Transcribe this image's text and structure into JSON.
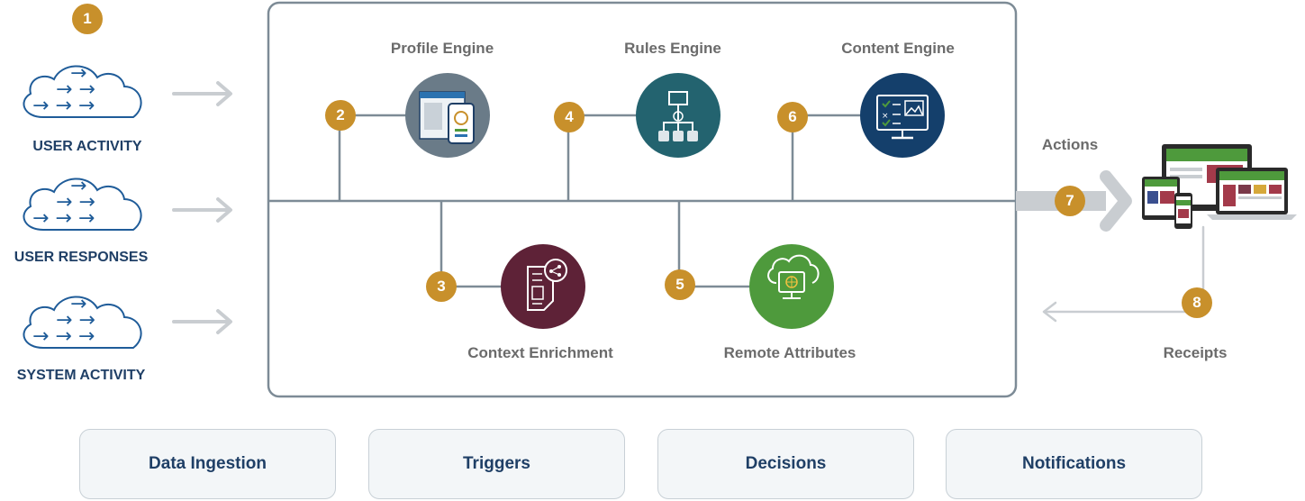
{
  "sources": [
    {
      "label": "USER ACTIVITY",
      "icon": "cloud-arrows-icon"
    },
    {
      "label": "USER RESPONSES",
      "icon": "cloud-arrows-icon"
    },
    {
      "label": "SYSTEM ACTIVITY",
      "icon": "cloud-arrows-icon"
    }
  ],
  "engines_top": [
    {
      "num": "2",
      "label": "Profile Engine",
      "icon": "profile-devices-icon",
      "color": "#6a7b88"
    },
    {
      "num": "4",
      "label": "Rules Engine",
      "icon": "flowchart-icon",
      "color": "#23636f"
    },
    {
      "num": "6",
      "label": "Content Engine",
      "icon": "monitor-checklist-icon",
      "color": "#143f6b"
    }
  ],
  "engines_bottom": [
    {
      "num": "3",
      "label": "Context Enrichment",
      "icon": "document-share-icon",
      "color": "#5e2237"
    },
    {
      "num": "5",
      "label": "Remote Attributes",
      "icon": "cloud-globe-icon",
      "color": "#4e9a3c"
    }
  ],
  "step1": "1",
  "actions": {
    "num": "7",
    "label": "Actions"
  },
  "receipts": {
    "num": "8",
    "label": "Receipts"
  },
  "devices_icon": "multi-device-icon",
  "stages": [
    "Data Ingestion",
    "Triggers",
    "Decisions",
    "Notifications"
  ],
  "colors": {
    "badge": "#c8902b",
    "navy": "#1f3f66",
    "frame": "#7d8b96",
    "arrow": "#c9cdd1"
  }
}
